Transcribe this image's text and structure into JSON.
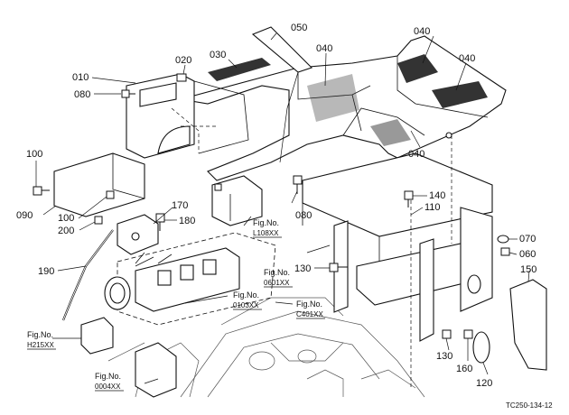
{
  "diagram": {
    "part_labels": [
      "010",
      "020",
      "030",
      "040",
      "050",
      "080",
      "100",
      "090",
      "200",
      "170",
      "180",
      "190",
      "140",
      "110",
      "070",
      "060",
      "130",
      "150",
      "160",
      "120"
    ],
    "fig_refs": [
      {
        "prefix": "Fig.No.",
        "code": "L108XX"
      },
      {
        "prefix": "Fig.No.",
        "code": "0601XX"
      },
      {
        "prefix": "Fig.No.",
        "code": "0103XX"
      },
      {
        "prefix": "Fig.No.",
        "code": "C401XX"
      },
      {
        "prefix": "Fig.No.",
        "code": "H215XX"
      },
      {
        "prefix": "Fig.No.",
        "code": "0004XX"
      }
    ],
    "drawing_code": "TC250-134-12"
  }
}
